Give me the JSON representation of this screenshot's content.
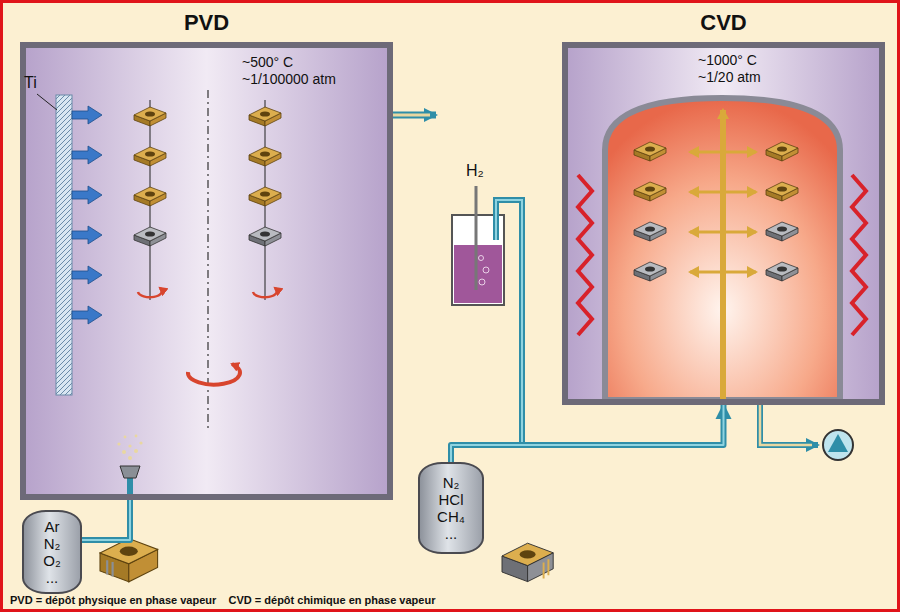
{
  "diagram": {
    "caption": "PVD = dépôt physique en phase vapeur    CVD = dépôt chimique en phase vapeur",
    "nodes": [
      {
        "text": [
          "PVD",
          "~500° C ~1/100000 atm"
        ]
      },
      {
        "text": [
          "CVD",
          "~1000° C ~1/20 atm"
        ]
      },
      {
        "text": [
          "Ar N₂ O₂ ..."
        ]
      },
      {
        "text": [
          "N₂ HCl CH₄ ..."
        ]
      }
    ],
    "edges": [
      {
        "from": 2,
        "to": 0,
        "arrow": "none"
      },
      {
        "from": 3,
        "to": 1,
        "arrow": "to"
      }
    ],
    "labels": [
      "Ti",
      "H₂"
    ]
  }
}
